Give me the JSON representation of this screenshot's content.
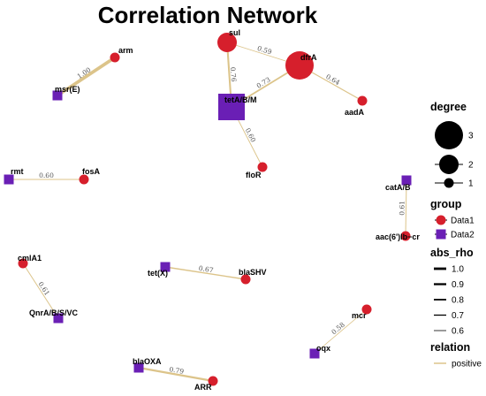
{
  "title": "Correlation Network",
  "colors": {
    "data1": "#d61f2c",
    "data2": "#6a1fb5",
    "edge": "#dcc48a",
    "edge_label": "#555555"
  },
  "network": {
    "nodes": [
      {
        "id": "sul",
        "label": "sul",
        "group": "Data1",
        "degree": 2
      },
      {
        "id": "dfrA",
        "label": "dfrA",
        "group": "Data1",
        "degree": 3
      },
      {
        "id": "tetABM",
        "label": "tetA/B/M",
        "group": "Data2",
        "degree": 3
      },
      {
        "id": "aadA",
        "label": "aadA",
        "group": "Data1",
        "degree": 1
      },
      {
        "id": "floR",
        "label": "floR",
        "group": "Data1",
        "degree": 1
      },
      {
        "id": "arm",
        "label": "arm",
        "group": "Data1",
        "degree": 1
      },
      {
        "id": "msrE",
        "label": "msr(E)",
        "group": "Data2",
        "degree": 1
      },
      {
        "id": "rmt",
        "label": "rmt",
        "group": "Data2",
        "degree": 1
      },
      {
        "id": "fosA",
        "label": "fosA",
        "group": "Data1",
        "degree": 1
      },
      {
        "id": "catAB",
        "label": "catA/B",
        "group": "Data2",
        "degree": 1
      },
      {
        "id": "aac6",
        "label": "aac(6')Ib−cr",
        "group": "Data1",
        "degree": 1
      },
      {
        "id": "cmlA1",
        "label": "cmlA1",
        "group": "Data1",
        "degree": 1
      },
      {
        "id": "qnr",
        "label": "QnrA/B/S/VC",
        "group": "Data2",
        "degree": 1
      },
      {
        "id": "tetX",
        "label": "tet(X)",
        "group": "Data2",
        "degree": 1
      },
      {
        "id": "blaSHV",
        "label": "blaSHV",
        "group": "Data1",
        "degree": 1
      },
      {
        "id": "mcr",
        "label": "mcr",
        "group": "Data1",
        "degree": 1
      },
      {
        "id": "oqx",
        "label": "oqx",
        "group": "Data2",
        "degree": 1
      },
      {
        "id": "blaOXA",
        "label": "blaOXA",
        "group": "Data2",
        "degree": 1
      },
      {
        "id": "ARR",
        "label": "ARR",
        "group": "Data1",
        "degree": 1
      }
    ],
    "edges": [
      {
        "source": "sul",
        "target": "dfrA",
        "label": "0.59",
        "rho": 0.59
      },
      {
        "source": "sul",
        "target": "tetABM",
        "label": "0.76",
        "rho": 0.76
      },
      {
        "source": "tetABM",
        "target": "dfrA",
        "label": "0.73",
        "rho": 0.73
      },
      {
        "source": "dfrA",
        "target": "aadA",
        "label": "0.64",
        "rho": 0.64
      },
      {
        "source": "tetABM",
        "target": "floR",
        "label": "0.60",
        "rho": 0.6
      },
      {
        "source": "msrE",
        "target": "arm",
        "label": "1.00",
        "rho": 1.0
      },
      {
        "source": "rmt",
        "target": "fosA",
        "label": "0.60",
        "rho": 0.6
      },
      {
        "source": "catAB",
        "target": "aac6",
        "label": "0.61",
        "rho": 0.61
      },
      {
        "source": "cmlA1",
        "target": "qnr",
        "label": "0.61",
        "rho": 0.61
      },
      {
        "source": "tetX",
        "target": "blaSHV",
        "label": "0.67",
        "rho": 0.67
      },
      {
        "source": "oqx",
        "target": "mcr",
        "label": "0.58",
        "rho": 0.58
      },
      {
        "source": "blaOXA",
        "target": "ARR",
        "label": "0.79",
        "rho": 0.79
      }
    ]
  },
  "legend": {
    "degree": {
      "title": "degree",
      "items": [
        {
          "label": "3",
          "value": 3
        },
        {
          "label": "2",
          "value": 2
        },
        {
          "label": "1",
          "value": 1
        }
      ]
    },
    "group": {
      "title": "group",
      "items": [
        {
          "label": "Data1",
          "shape": "circle"
        },
        {
          "label": "Data2",
          "shape": "square"
        }
      ]
    },
    "abs_rho": {
      "title": "abs_rho",
      "items": [
        {
          "label": "1.0",
          "value": 1.0
        },
        {
          "label": "0.9",
          "value": 0.9
        },
        {
          "label": "0.8",
          "value": 0.8
        },
        {
          "label": "0.7",
          "value": 0.7
        },
        {
          "label": "0.6",
          "value": 0.6
        }
      ]
    },
    "relation": {
      "title": "relation",
      "items": [
        {
          "label": "positive"
        }
      ]
    }
  }
}
